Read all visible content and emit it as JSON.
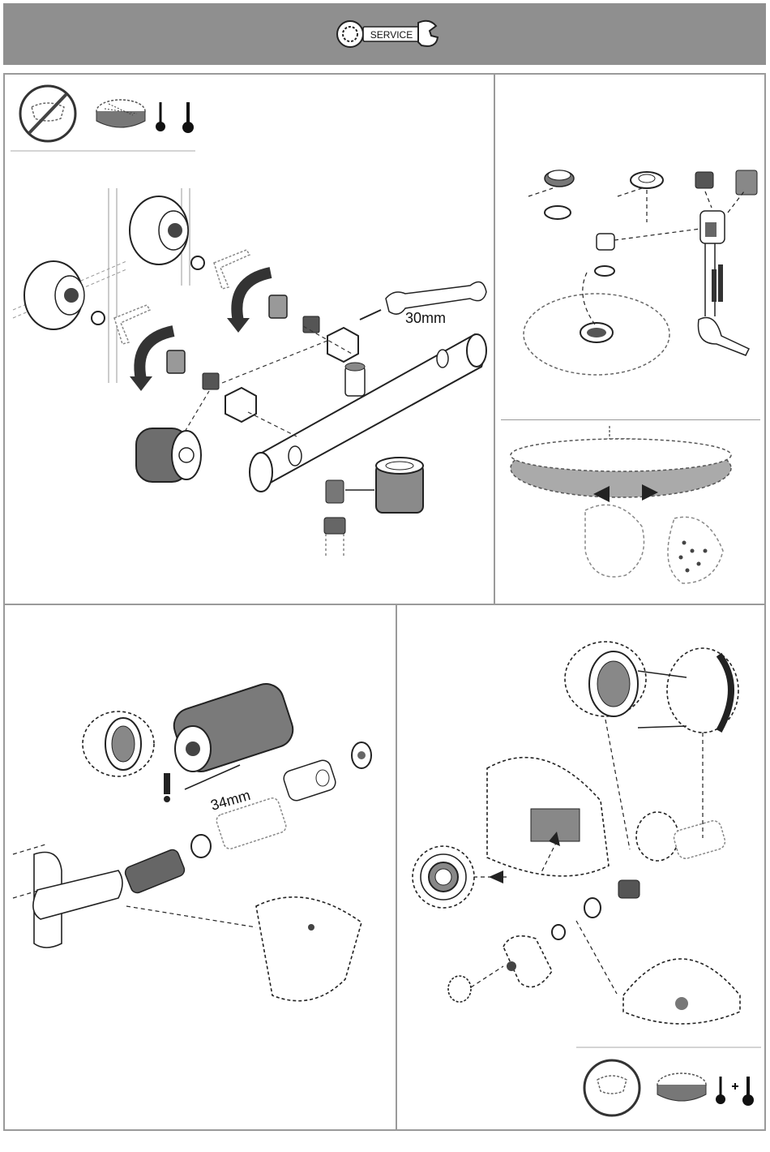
{
  "banner": {
    "service_label": "SERVICE"
  },
  "panel_valve": {
    "wrench_size": "30mm"
  },
  "panel_cartridge": {
    "wrench_size": "34mm"
  },
  "colors": {
    "banner": "#8f8f8f",
    "border": "#9a9a9a",
    "ink": "#111111",
    "shade": "#555555"
  }
}
